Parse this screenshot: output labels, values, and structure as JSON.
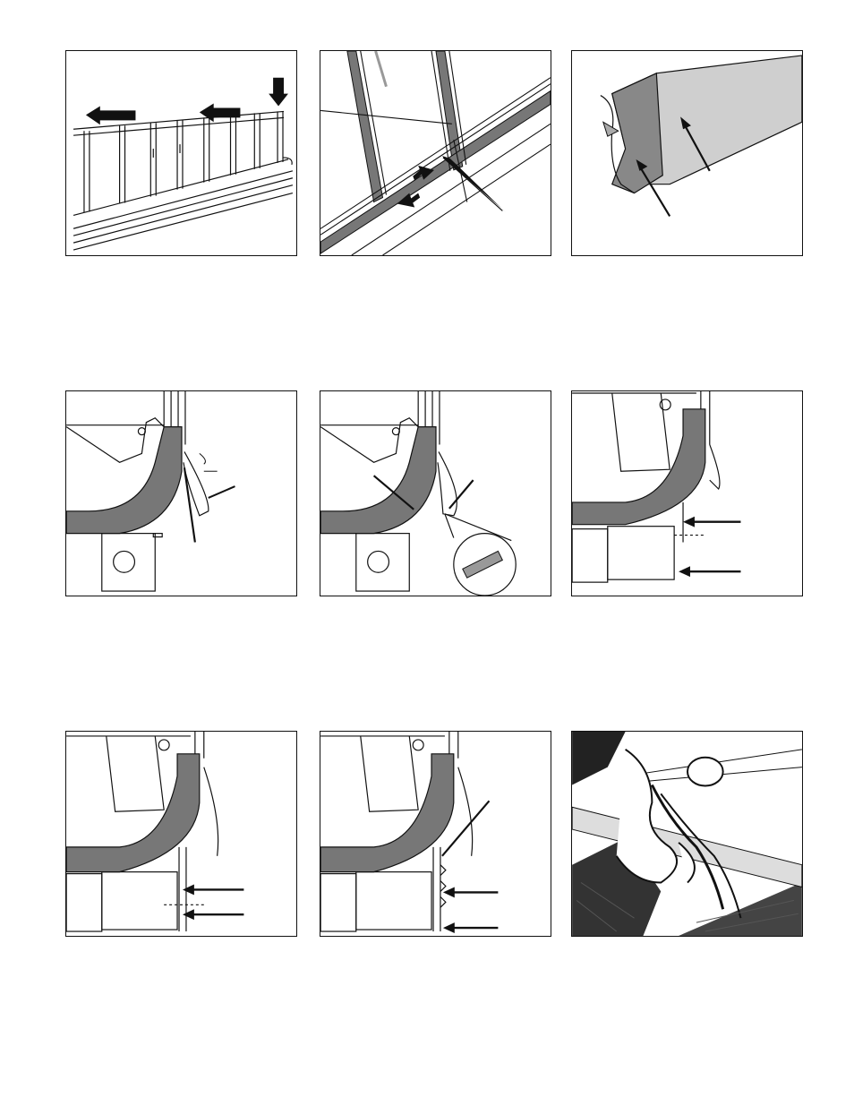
{
  "page": {
    "background": "#ffffff",
    "ink": "#111111",
    "shade": "#777777",
    "light_shade": "#cfcfcf"
  },
  "panels": [
    {
      "id": "p1",
      "icon": "display-case-rail-illustration"
    },
    {
      "id": "p2",
      "icon": "door-track-illustration"
    },
    {
      "id": "p3",
      "icon": "trim-channel-illustration"
    },
    {
      "id": "p4",
      "icon": "case-profile-illustration"
    },
    {
      "id": "p5",
      "icon": "case-profile-detail-illustration"
    },
    {
      "id": "p6",
      "icon": "case-profile-kick-plate-illustration"
    },
    {
      "id": "p7",
      "icon": "case-profile-kick-plate-illustration"
    },
    {
      "id": "p8",
      "icon": "case-profile-clip-illustration"
    },
    {
      "id": "p9",
      "icon": "installer-photo-illustration"
    }
  ]
}
